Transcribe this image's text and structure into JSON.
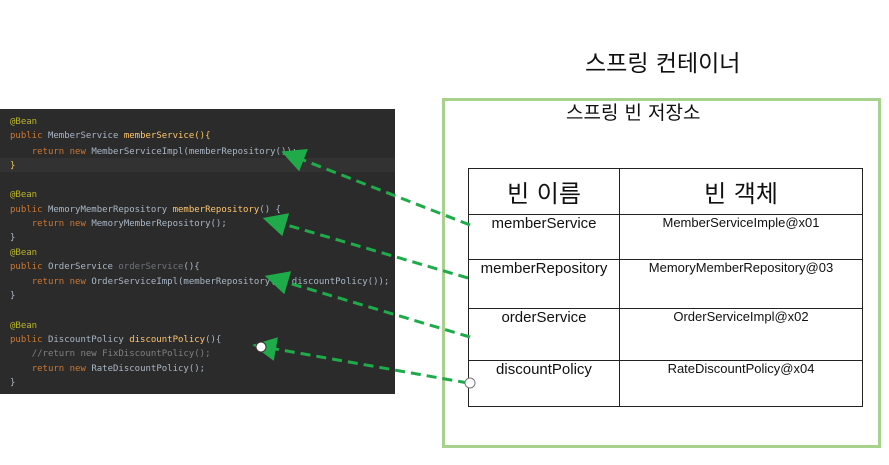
{
  "container_title": "스프링 컨테이너",
  "store_label": "스프링 빈 저장소",
  "table": {
    "headers": [
      "빈 이름",
      "빈 객체"
    ],
    "rows": [
      {
        "name": "memberService",
        "object": "MemberServiceImple@x01"
      },
      {
        "name": "memberRepository",
        "object": "MemoryMemberRepository@03"
      },
      {
        "name": "orderService",
        "object": "OrderServiceImpl@x02"
      },
      {
        "name": "discountPolicy",
        "object": "RateDiscountPolicy@x04"
      }
    ]
  },
  "code": {
    "annotation": "@Bean",
    "kw_public": "public",
    "kw_return": "return",
    "kw_new": "new",
    "open_brace": "{",
    "close_brace": "}",
    "m1": {
      "type": "MemberService",
      "name": "memberService",
      "sig": "()",
      "body": "MemberServiceImpl(memberRepository());"
    },
    "m2": {
      "type": "MemoryMemberRepository",
      "name": "memberRepository",
      "sig": "() {",
      "body": "MemoryMemberRepository();"
    },
    "m3": {
      "type": "OrderService",
      "name": "orderService",
      "sig": "(){",
      "body": "OrderServiceImpl(memberRepository(), discountPolicy());"
    },
    "m4": {
      "type": "DiscountPolicy",
      "name": "discountPolicy",
      "sig": "(){",
      "comment": "//return new FixDiscountPolicy();",
      "body": "RateDiscountPolicy();"
    }
  },
  "colors": {
    "container_border": "#a9d18e",
    "arrow": "#1fab4a",
    "code_bg": "#2b2b2b"
  }
}
